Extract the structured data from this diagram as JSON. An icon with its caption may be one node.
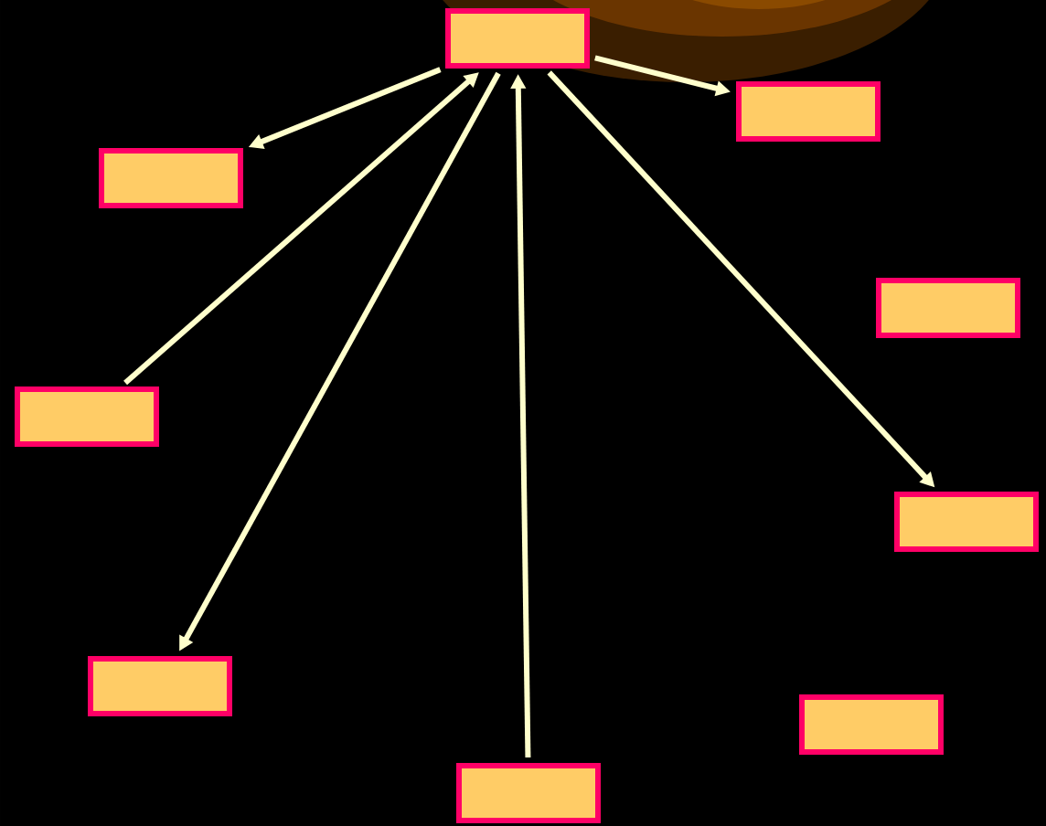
{
  "diagram": {
    "nodes": [
      {
        "text": [],
        "shape": "box"
      },
      {
        "text": [],
        "shape": "box"
      },
      {
        "text": [],
        "shape": "box"
      },
      {
        "text": [],
        "shape": "box"
      },
      {
        "text": [],
        "shape": "box"
      },
      {
        "text": [],
        "shape": "box"
      },
      {
        "text": [],
        "shape": "box"
      },
      {
        "text": [],
        "shape": "box"
      },
      {
        "text": [],
        "shape": "box"
      }
    ],
    "edges": [
      {
        "from": 0,
        "to": 1,
        "arrow": "to"
      },
      {
        "from": 0,
        "to": 2,
        "arrow": "to"
      },
      {
        "from": 4,
        "to": 0,
        "arrow": "to"
      },
      {
        "from": 0,
        "to": 6,
        "arrow": "to"
      },
      {
        "from": 8,
        "to": 0,
        "arrow": "to"
      },
      {
        "from": 0,
        "to": 5,
        "arrow": "to"
      }
    ]
  }
}
